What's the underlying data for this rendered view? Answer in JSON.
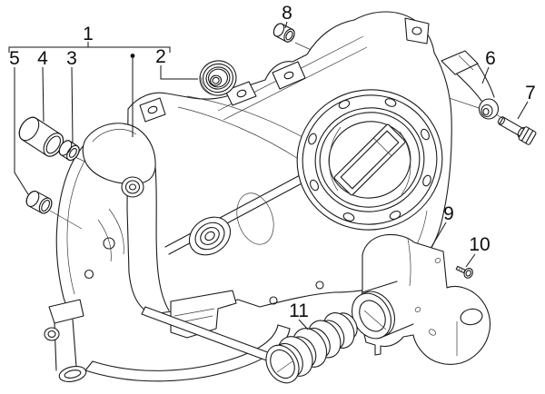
{
  "figure": {
    "type": "exploded-parts-diagram",
    "background": "#ffffff",
    "line_color": "#1b1b1b",
    "label_color": "#0d0d0d"
  },
  "parts": [
    {
      "number": "1",
      "drawing": "crankcase-cover-assembly"
    },
    {
      "number": "2",
      "drawing": "ball-bearing"
    },
    {
      "number": "3",
      "drawing": "small-bushing"
    },
    {
      "number": "4",
      "drawing": "spacer-sleeve"
    },
    {
      "number": "5",
      "drawing": "lower-bushing"
    },
    {
      "number": "6",
      "drawing": "support-bracket-arm"
    },
    {
      "number": "7",
      "drawing": "hex-flange-bolt"
    },
    {
      "number": "8",
      "drawing": "top-bushing"
    },
    {
      "number": "9",
      "drawing": "cooling-air-duct"
    },
    {
      "number": "10",
      "drawing": "self-tapping-screw"
    },
    {
      "number": "11",
      "drawing": "corrugated-hose"
    }
  ]
}
